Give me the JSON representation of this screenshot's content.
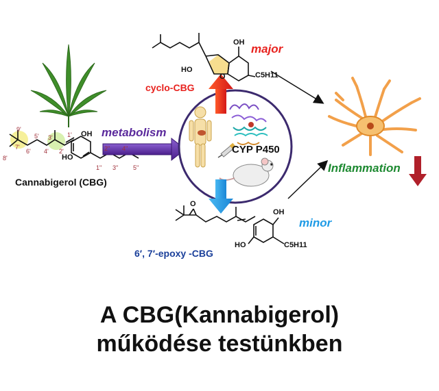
{
  "diagram": {
    "cbg_name": "Cannabigerol (CBG)",
    "metabolism_label": "metabolism",
    "enzyme_label": "CYP P450",
    "major_label": "major",
    "minor_label": "minor",
    "cyclo_cbg_label": "cyclo-CBG",
    "epoxy_cbg_label": "6′, 7′-epoxy -CBG",
    "inflammation_label": "Inflammation",
    "atoms": {
      "oh": "OH",
      "ho": "HO",
      "o": "O",
      "c5h11": "C5H11"
    },
    "numbering": [
      "9'",
      "8'",
      "7'",
      "6'",
      "5'",
      "4'",
      "3'",
      "2'",
      "1'",
      "1\"",
      "2\"",
      "3\"",
      "4\"",
      "5\""
    ]
  },
  "caption": {
    "line1": "A CBG(Kannabigerol)",
    "line2": "működése testünkben"
  },
  "colors": {
    "major_red": "#e8231f",
    "minor_blue": "#1f9be6",
    "metabolism_purple": "#5b2a9c",
    "inflammation_green": "#1e8a32",
    "down_arrow": "#b0202a",
    "circle_border": "#3c2a6e",
    "neuron_orange": "#f2a04a",
    "leaf_green": "#3f8e2a",
    "highlight_green": "#d8f0b0",
    "highlight_yellow": "#f6f09a"
  }
}
